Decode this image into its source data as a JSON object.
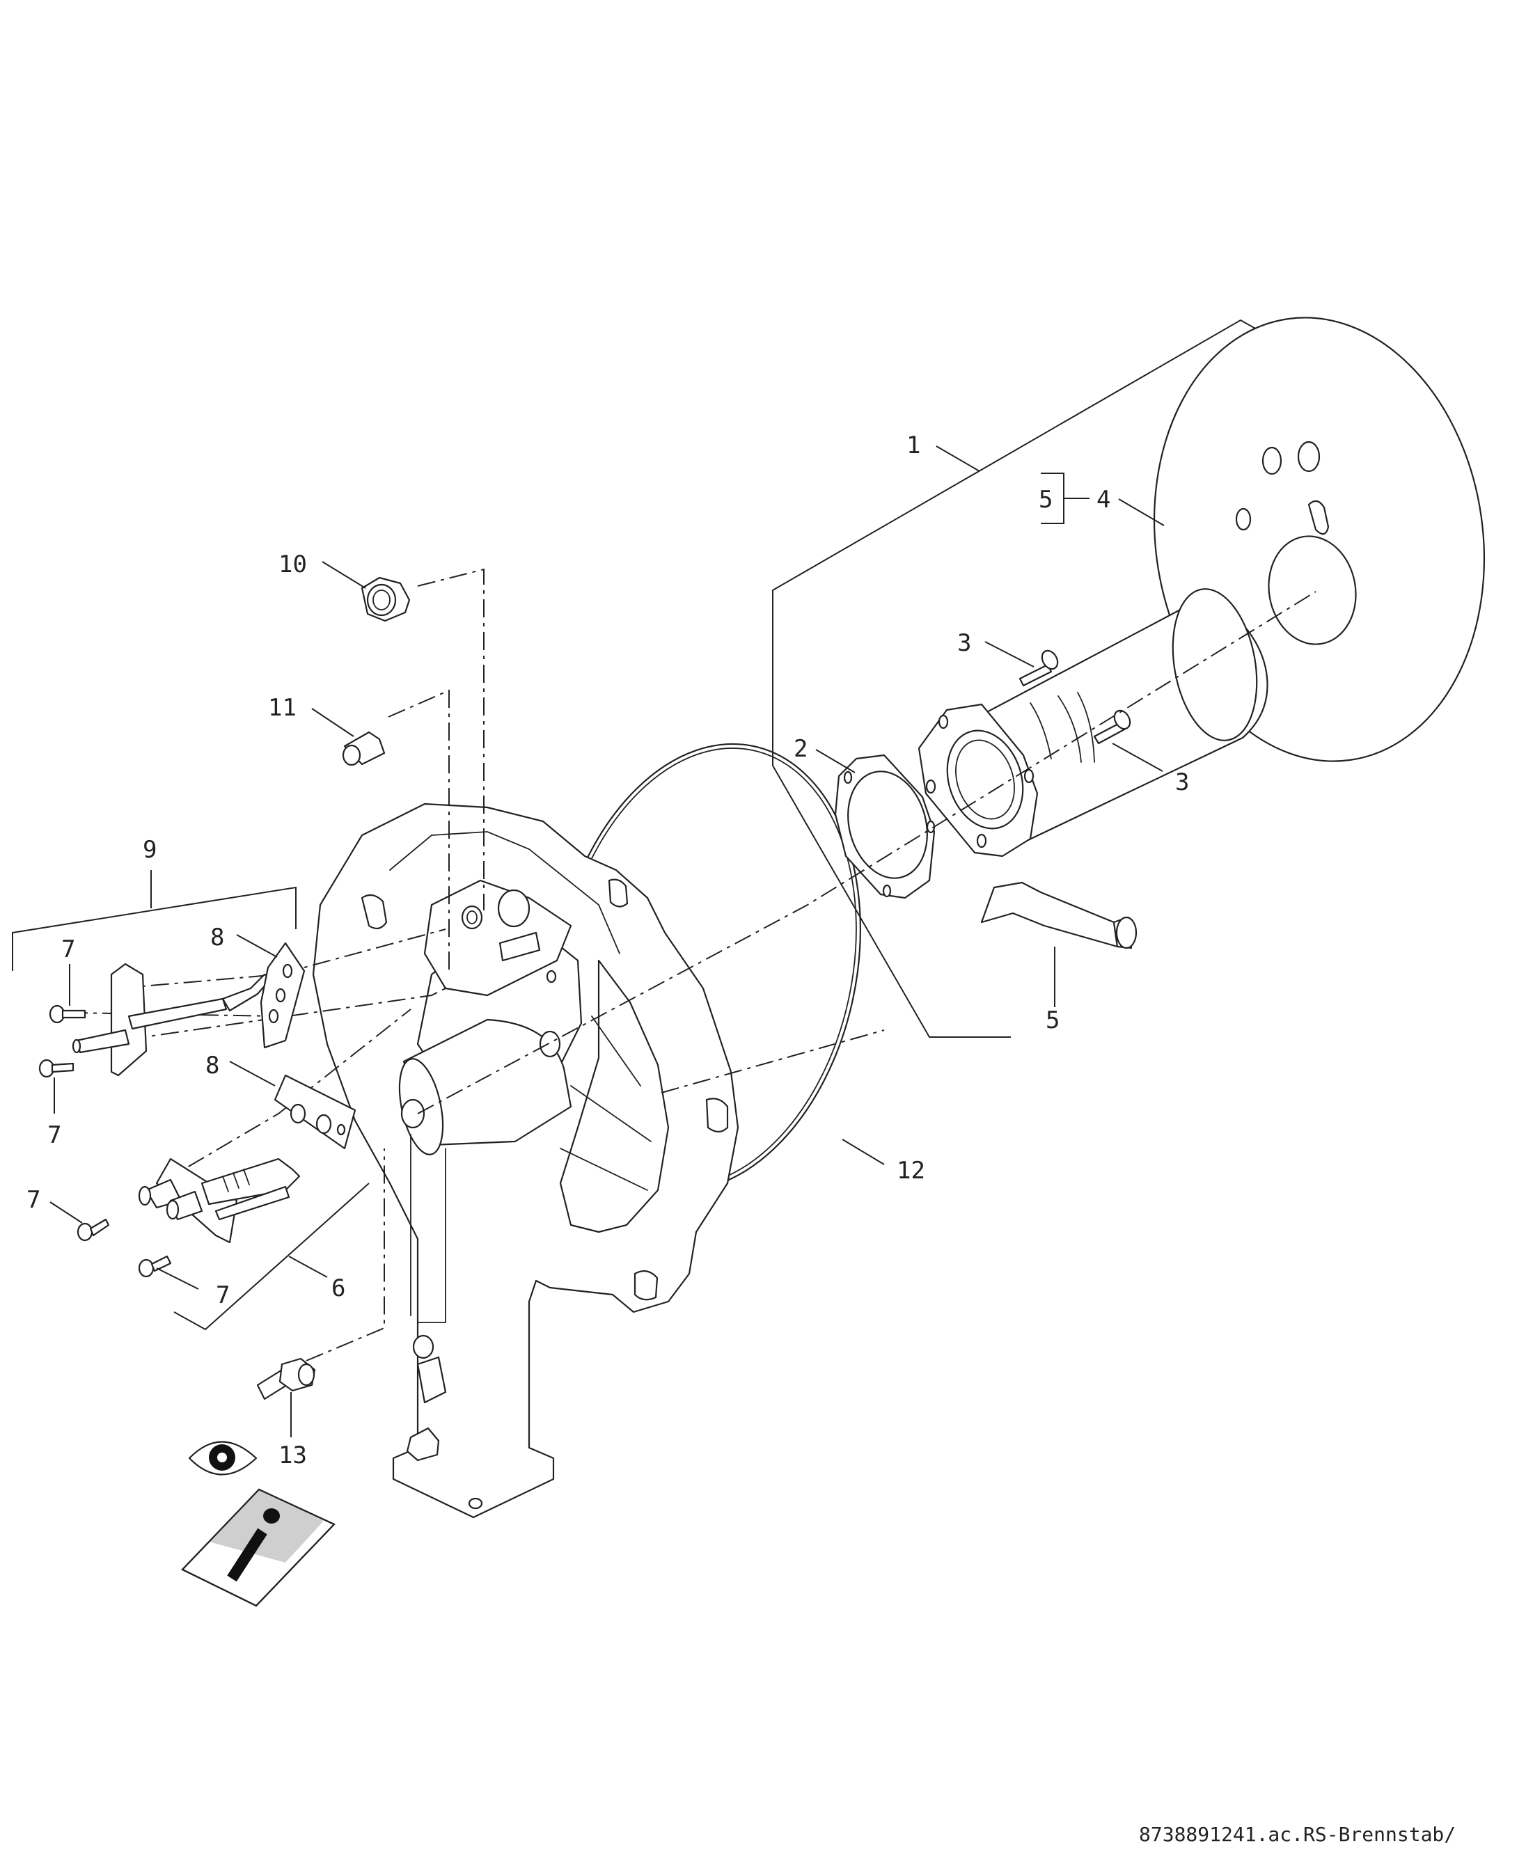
{
  "callouts": [
    {
      "id": "c1",
      "text": "1"
    },
    {
      "id": "c2",
      "text": "2"
    },
    {
      "id": "c3a",
      "text": "3"
    },
    {
      "id": "c3b",
      "text": "3"
    },
    {
      "id": "c4",
      "text": "4"
    },
    {
      "id": "c5a",
      "text": "5"
    },
    {
      "id": "c5b",
      "text": "5"
    },
    {
      "id": "c6",
      "text": "6"
    },
    {
      "id": "c7a",
      "text": "7"
    },
    {
      "id": "c7b",
      "text": "7"
    },
    {
      "id": "c7c",
      "text": "7"
    },
    {
      "id": "c7d",
      "text": "7"
    },
    {
      "id": "c8a",
      "text": "8"
    },
    {
      "id": "c8b",
      "text": "8"
    },
    {
      "id": "c9",
      "text": "9"
    },
    {
      "id": "c10",
      "text": "10"
    },
    {
      "id": "c11",
      "text": "11"
    },
    {
      "id": "c12",
      "text": "12"
    },
    {
      "id": "c13",
      "text": "13"
    }
  ],
  "symbols": {
    "eye": "eye-icon",
    "info": "info-booklet-icon"
  },
  "footer": {
    "code": "8738891241.ac.RS-Brennstab/"
  }
}
